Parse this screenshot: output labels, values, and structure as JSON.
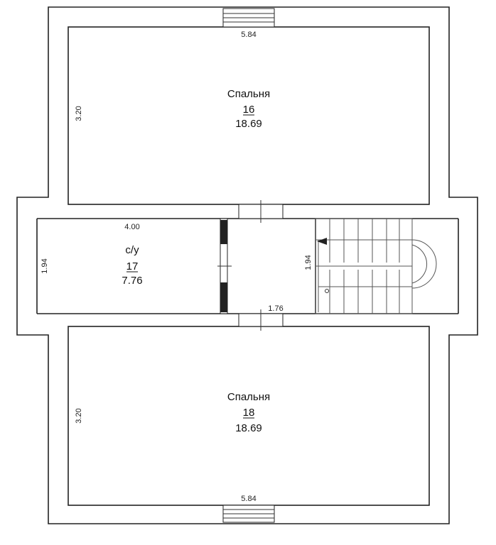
{
  "rooms": {
    "bedroom_top": {
      "name": "Спальня",
      "number": "16",
      "area": "18.69"
    },
    "bathroom": {
      "name": "с/у",
      "number": "17",
      "area": "7.76"
    },
    "bedroom_bottom": {
      "name": "Спальня",
      "number": "18",
      "area": "18.69"
    }
  },
  "dimensions": {
    "top_width": "5.84",
    "top_height": "3.20",
    "bath_width": "4.00",
    "bath_height": "1.94",
    "hall_height": "1.94",
    "hall_width": "1.76",
    "bottom_height": "3.20",
    "bottom_width": "5.84"
  }
}
